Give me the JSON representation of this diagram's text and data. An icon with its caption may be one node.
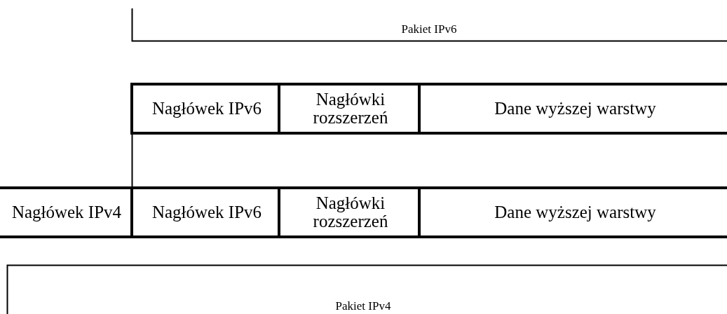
{
  "diagram": {
    "nodes": [
      {
        "text": [
          "Nagłówek IPv6"
        ]
      },
      {
        "text": [
          "Nagłówki rozszerzeń"
        ]
      },
      {
        "text": [
          "Dane wyższej warstwy"
        ]
      },
      {
        "text": [
          "Nagłówek IPv4"
        ]
      },
      {
        "text": [
          "Nagłówek IPv6"
        ]
      },
      {
        "text": [
          "Nagłówki rozszerzeń"
        ]
      },
      {
        "text": [
          "Dane wyższej warstwy"
        ]
      }
    ],
    "labels": [
      "Pakiet IPv6",
      "Pakiet IPv4"
    ]
  }
}
